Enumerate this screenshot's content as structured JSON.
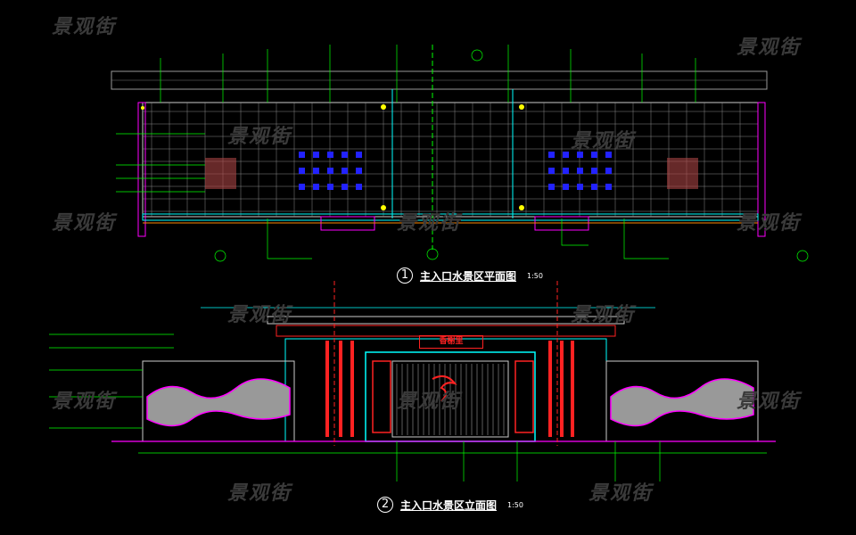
{
  "watermark": "景观街",
  "plan": {
    "number": "1",
    "title": "主入口水景区平面图",
    "scale": "1:50"
  },
  "elevation": {
    "number": "2",
    "title": "主入口水景区立面图",
    "scale": "1:50",
    "sign_text": "香榭里"
  },
  "colors": {
    "grid": "#c8c8c8",
    "green": "#00ff00",
    "cyan": "#00ffff",
    "magenta": "#ff00ff",
    "red": "#ff2020",
    "blue": "#0000ff",
    "orange": "#ff8800"
  }
}
